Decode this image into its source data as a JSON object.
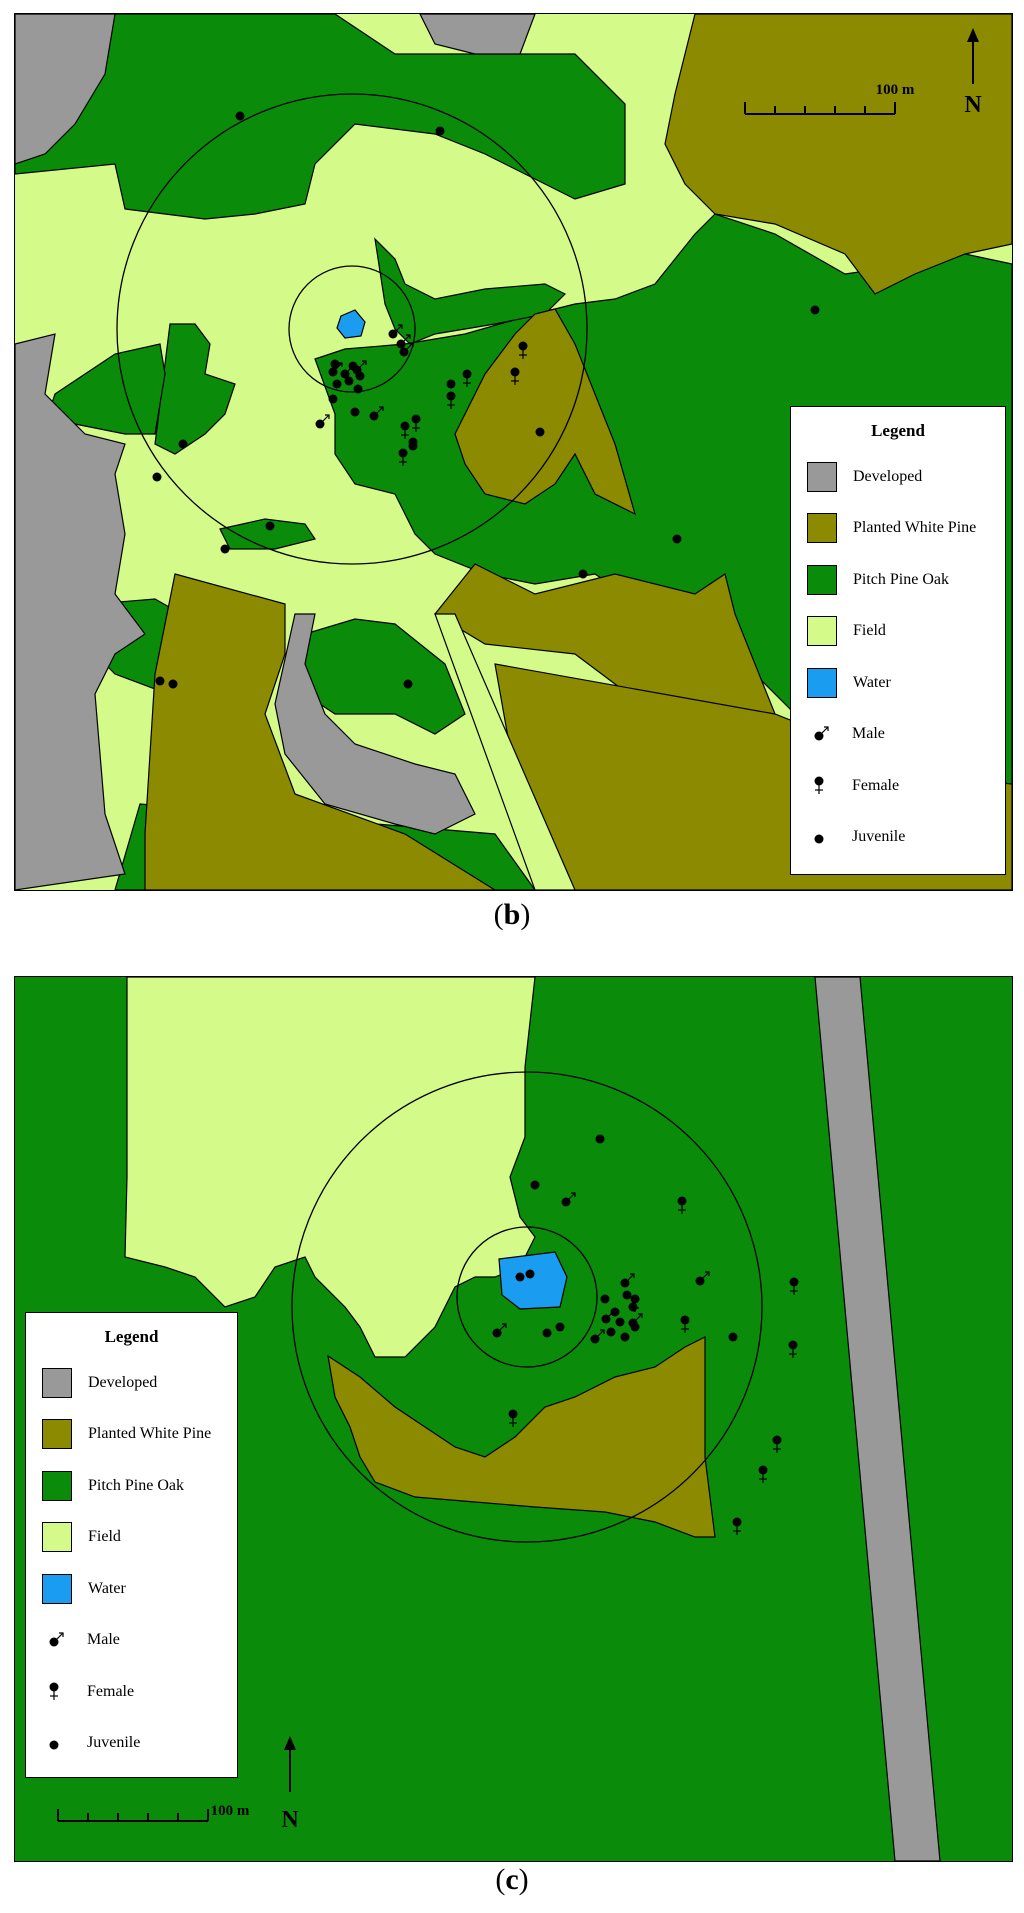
{
  "legend_title": "Legend",
  "legend_items": [
    {
      "label": "Developed",
      "color": "#999999",
      "kind": "swatch"
    },
    {
      "label": "Planted White Pine",
      "color": "#8c8a00",
      "kind": "swatch"
    },
    {
      "label": "Pitch Pine Oak",
      "color": "#0a8c0a",
      "kind": "swatch"
    },
    {
      "label": "Field",
      "color": "#d4fa8a",
      "kind": "swatch"
    },
    {
      "label": "Water",
      "color": "#1a9cf0",
      "kind": "swatch"
    },
    {
      "label": "Male",
      "symbol": "male",
      "kind": "symbol"
    },
    {
      "label": "Female",
      "symbol": "female",
      "kind": "symbol"
    },
    {
      "label": "Juvenile",
      "symbol": "juvenile",
      "kind": "symbol"
    }
  ],
  "scale_bar_label": "100 m",
  "north_label": "N",
  "panels": [
    {
      "id": "b",
      "caption_letter": "b"
    },
    {
      "id": "c",
      "caption_letter": "c"
    }
  ]
}
